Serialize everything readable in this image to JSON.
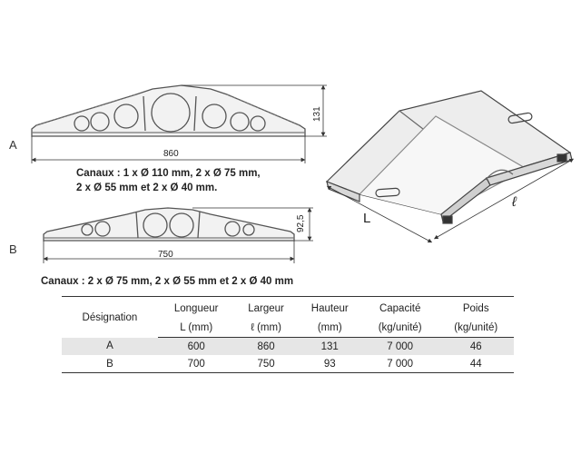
{
  "labels": {
    "a": "A",
    "b": "B",
    "big_l": "L",
    "small_l": "ℓ"
  },
  "profile_a": {
    "width_dim": "860",
    "height_dim": "131",
    "caption_line1": "Canaux : 1 x Ø 110 mm, 2 x Ø 75 mm,",
    "caption_line2": "2 x Ø 55 mm et 2 x Ø 40 mm."
  },
  "profile_b": {
    "width_dim": "750",
    "height_dim": "92,5",
    "caption": "Canaux : 2 x Ø 75 mm, 2 x Ø 55 mm et 2 x Ø 40 mm"
  },
  "table": {
    "headers": [
      {
        "line1": "Désignation",
        "line2": ""
      },
      {
        "line1": "Longueur",
        "line2": "L (mm)"
      },
      {
        "line1": "Largeur",
        "line2": "ℓ (mm)"
      },
      {
        "line1": "Hauteur",
        "line2": "(mm)"
      },
      {
        "line1": "Capacité",
        "line2": "(kg/unité)"
      },
      {
        "line1": "Poids",
        "line2": "(kg/unité)"
      }
    ],
    "rows": [
      [
        "A",
        "600",
        "860",
        "131",
        "7 000",
        "46"
      ],
      [
        "B",
        "700",
        "750",
        "93",
        "7 000",
        "44"
      ]
    ]
  }
}
